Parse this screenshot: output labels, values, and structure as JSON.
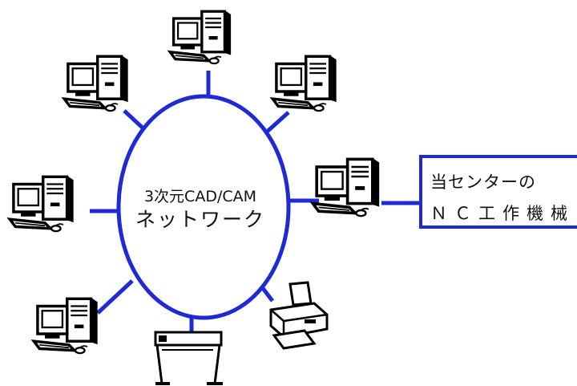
{
  "network": {
    "title_line1": "3次元CAD/CAM",
    "title_line2": "ネットワーク"
  },
  "nc_box": {
    "line1": "当センターの",
    "line2": "ＮＣ工作機械"
  },
  "colors": {
    "accent": "#1e2ad6",
    "ink": "#111111"
  },
  "icons": [
    "computer-icon",
    "printer-icon",
    "plotter-icon"
  ]
}
